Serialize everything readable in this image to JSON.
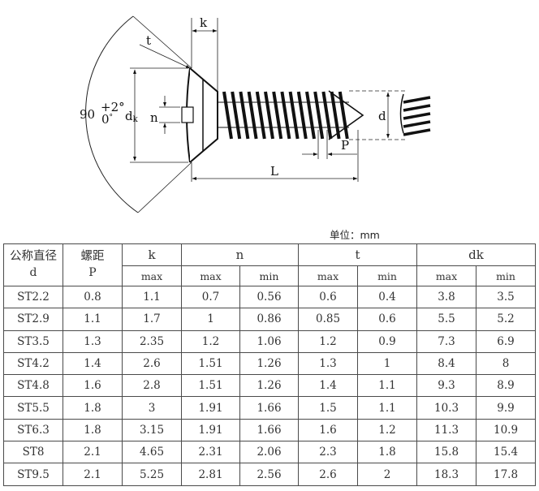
{
  "drawing": {
    "labels": {
      "t": "t",
      "k": "k",
      "dk": "d",
      "dk_sub": "k",
      "n": "n",
      "d": "d",
      "p": "P",
      "l": "L",
      "angle": "90",
      "angle_sup": "+2°",
      "angle_inf": "0",
      "angle_inf_sup": "°"
    }
  },
  "unit": "单位：mm",
  "table": {
    "head": {
      "dia_cn": "公称直径",
      "dia_sym": "d",
      "pitch_cn": "螺距",
      "pitch_sym": "P",
      "k": "k",
      "n": "n",
      "t": "t",
      "dk": "dk",
      "max": "max",
      "min": "min"
    },
    "rows": [
      {
        "d": "ST2.2",
        "p": "0.8",
        "k": "1.1",
        "n_max": "0.7",
        "n_min": "0.56",
        "t_max": "0.6",
        "t_min": "0.4",
        "dk_max": "3.8",
        "dk_min": "3.5"
      },
      {
        "d": "ST2.9",
        "p": "1.1",
        "k": "1.7",
        "n_max": "1",
        "n_min": "0.86",
        "t_max": "0.85",
        "t_min": "0.6",
        "dk_max": "5.5",
        "dk_min": "5.2"
      },
      {
        "d": "ST3.5",
        "p": "1.3",
        "k": "2.35",
        "n_max": "1.2",
        "n_min": "1.06",
        "t_max": "1.2",
        "t_min": "0.9",
        "dk_max": "7.3",
        "dk_min": "6.9"
      },
      {
        "d": "ST4.2",
        "p": "1.4",
        "k": "2.6",
        "n_max": "1.51",
        "n_min": "1.26",
        "t_max": "1.3",
        "t_min": "1",
        "dk_max": "8.4",
        "dk_min": "8"
      },
      {
        "d": "ST4.8",
        "p": "1.6",
        "k": "2.8",
        "n_max": "1.51",
        "n_min": "1.26",
        "t_max": "1.4",
        "t_min": "1.1",
        "dk_max": "9.3",
        "dk_min": "8.9"
      },
      {
        "d": "ST5.5",
        "p": "1.8",
        "k": "3",
        "n_max": "1.91",
        "n_min": "1.66",
        "t_max": "1.5",
        "t_min": "1.1",
        "dk_max": "10.3",
        "dk_min": "9.9"
      },
      {
        "d": "ST6.3",
        "p": "1.8",
        "k": "3.15",
        "n_max": "1.91",
        "n_min": "1.66",
        "t_max": "1.6",
        "t_min": "1.2",
        "dk_max": "11.3",
        "dk_min": "10.9"
      },
      {
        "d": "ST8",
        "p": "2.1",
        "k": "4.65",
        "n_max": "2.31",
        "n_min": "2.06",
        "t_max": "2.3",
        "t_min": "1.8",
        "dk_max": "15.8",
        "dk_min": "15.4"
      },
      {
        "d": "ST9.5",
        "p": "2.1",
        "k": "5.25",
        "n_max": "2.81",
        "n_min": "2.56",
        "t_max": "2.6",
        "t_min": "2",
        "dk_max": "18.3",
        "dk_min": "17.8"
      }
    ]
  }
}
